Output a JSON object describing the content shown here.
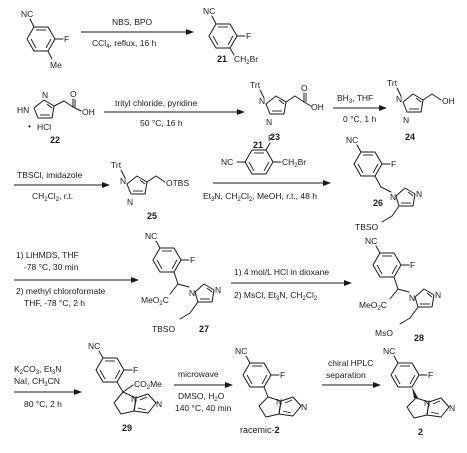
{
  "atoms": {
    "nc": "NC",
    "f": "F",
    "me": "Me",
    "ch2br": "CH",
    "ch2br_2": "2",
    "ch2br_br": "Br",
    "n": "N",
    "hn": "HN",
    "oh": "OH",
    "o": "O",
    "hcl": "HCl",
    "dot": "•",
    "trt": "Trt",
    "otbs": "OTBS",
    "tbso": "TBSO",
    "meo2c": "MeO",
    "meo2c_2": "2",
    "meo2c_c": "C",
    "co2me": "CO",
    "co2me_2": "2",
    "co2me_me": "Me",
    "mso": "MsO"
  },
  "compounds": {
    "c21": "21",
    "c22": "22",
    "c23": "23",
    "c24": "24",
    "c25": "25",
    "c26": "26",
    "c27": "27",
    "c28": "28",
    "c29": "29",
    "racemic": "racemic-",
    "racemic_num": "2",
    "c2": "2"
  },
  "conditions": {
    "r1_top": "NBS, BPO",
    "r1_bot": "CCl",
    "r1_bot_4": "4",
    "r1_bot_rest": ", reflux, 16 h",
    "r2_top": "trityl chloride, pyridine",
    "r2_bot": "50 °C, 16 h",
    "r3_top": "BH",
    "r3_top_3": "3",
    "r3_top_rest": ", THF",
    "r3_bot": "0 °C, 1 h",
    "r4_top": "TBSCl, imidazole",
    "r4_bot": "CH",
    "r4_bot_2": "2",
    "r4_bot_cl": "Cl",
    "r4_bot_2b": "2",
    "r4_bot_rest": ", r.t.",
    "r5_bot": "Et",
    "r5_bot_3": "3",
    "r5_bot_n": "N, CH",
    "r5_bot_2": "2",
    "r5_bot_cl": "Cl",
    "r5_bot_2b": "2",
    "r5_bot_rest": ", MeOH, r.t., 48 h",
    "r6_l1": "1) LiHMDS, THF",
    "r6_l2": "-78 °C, 30 min",
    "r6_l3": "2) methyl chloroformate",
    "r6_l4": "THF, -78 °C, 2 h",
    "r7_l1": "1) 4 mol/L HCl in dioxane",
    "r7_l2": "2) MsCl, Et",
    "r7_l2_3": "3",
    "r7_l2_n": "N, CH",
    "r7_l2_2": "2",
    "r7_l2_cl": "Cl",
    "r7_l2_2b": "2",
    "r8_l1": "K",
    "r8_l1_2": "2",
    "r8_l1_co": "CO",
    "r8_l1_3": "3",
    "r8_l1_rest": ", Et",
    "r8_l1_3b": "3",
    "r8_l1_n": "N",
    "r8_l2": "NaI, CH",
    "r8_l2_3": "3",
    "r8_l2_cn": "CN",
    "r8_l3": "80 °C, 2 h",
    "r9_top": "microwave",
    "r9_l2": "DMSO, H",
    "r9_l2_2": "2",
    "r9_l2_o": "O",
    "r9_l3": "140 °C, 40 min",
    "r10_top": "chiral HPLC",
    "r10_top2": "separation"
  }
}
